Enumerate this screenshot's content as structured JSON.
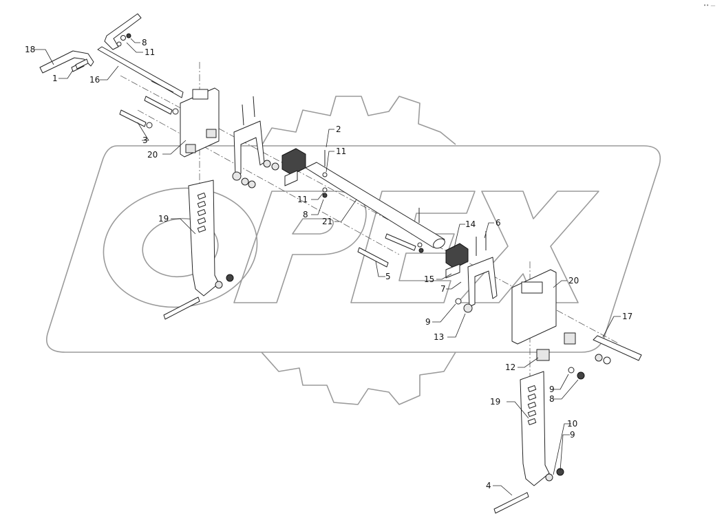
{
  "watermark": {
    "text": "OPEX"
  },
  "corner_mark": "•• —",
  "callouts": [
    {
      "id": "c18",
      "label": "18"
    },
    {
      "id": "c1",
      "label": "1"
    },
    {
      "id": "c16",
      "label": "16"
    },
    {
      "id": "c8a",
      "label": "8"
    },
    {
      "id": "c11a",
      "label": "11"
    },
    {
      "id": "c3",
      "label": "3"
    },
    {
      "id": "c20a",
      "label": "20"
    },
    {
      "id": "c2",
      "label": "2"
    },
    {
      "id": "c11b",
      "label": "11"
    },
    {
      "id": "c11c",
      "label": "11"
    },
    {
      "id": "c8b",
      "label": "8"
    },
    {
      "id": "c21",
      "label": "21"
    },
    {
      "id": "c19a",
      "label": "19"
    },
    {
      "id": "c14",
      "label": "14"
    },
    {
      "id": "c6",
      "label": "6"
    },
    {
      "id": "c5",
      "label": "5"
    },
    {
      "id": "c15",
      "label": "15"
    },
    {
      "id": "c7",
      "label": "7"
    },
    {
      "id": "c20b",
      "label": "20"
    },
    {
      "id": "c9a",
      "label": "9"
    },
    {
      "id": "c13",
      "label": "13"
    },
    {
      "id": "c17",
      "label": "17"
    },
    {
      "id": "c12",
      "label": "12"
    },
    {
      "id": "c9b",
      "label": "9"
    },
    {
      "id": "c8c",
      "label": "8"
    },
    {
      "id": "c19b",
      "label": "19"
    },
    {
      "id": "c10",
      "label": "10"
    },
    {
      "id": "c9c",
      "label": "9"
    },
    {
      "id": "c4",
      "label": "4"
    }
  ]
}
